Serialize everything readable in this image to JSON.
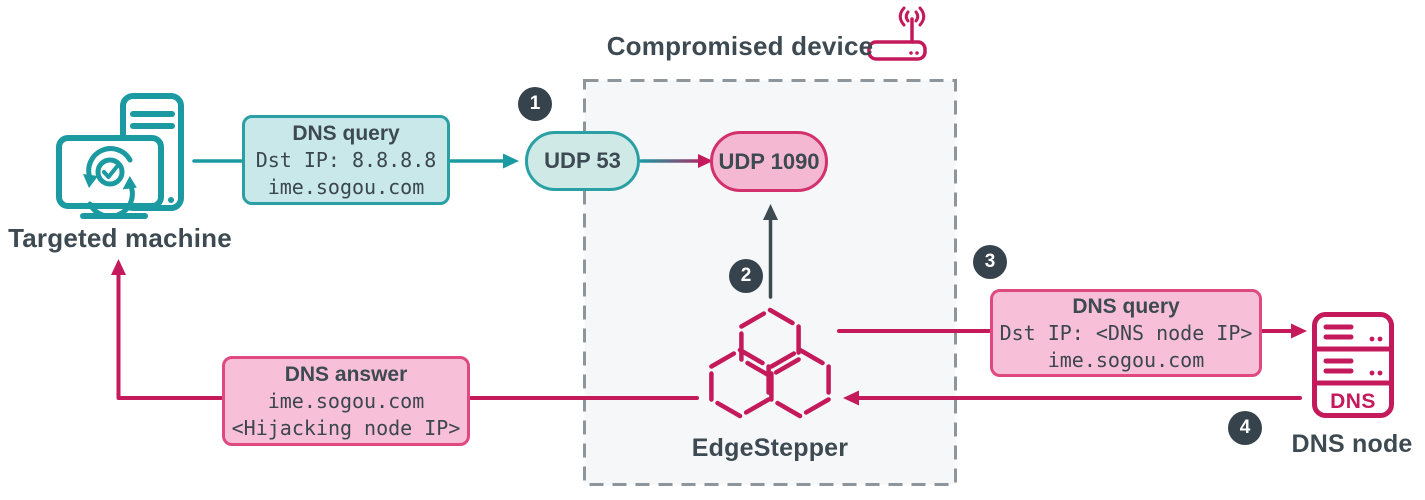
{
  "colors": {
    "teal": "#1b9aa1",
    "teal_fill": "#c9e8e9",
    "crimson": "#c41a5c",
    "pink_fill": "#f8c0d8",
    "pink_border": "#e0497f",
    "dark_text": "#3e4a52",
    "badge_bg": "#37434c",
    "dashed_border": "#8e959b"
  },
  "icons": {
    "targeted_machine": "computer-sync-icon",
    "compromised_device": "wireless-router-icon",
    "edgestepper": "triple-hexagon-icon",
    "dns_node": "server-icon"
  },
  "nodes": {
    "targeted_machine": {
      "label": "Targeted machine"
    },
    "compromised_device": {
      "label": "Compromised device"
    },
    "edgestepper": {
      "label": "EdgeStepper"
    },
    "dns_node": {
      "label": "DNS node",
      "server_text": "DNS"
    }
  },
  "ports": {
    "udp53": {
      "label": "UDP 53"
    },
    "udp1090": {
      "label": "UDP 1090"
    }
  },
  "messages": {
    "dns_query_original": {
      "title": "DNS query",
      "dst": "Dst IP: 8.8.8.8",
      "host": "ime.sogou.com"
    },
    "dns_query_redirected": {
      "title": "DNS query",
      "dst": "Dst IP: <DNS node IP>",
      "host": "ime.sogou.com"
    },
    "dns_answer": {
      "title": "DNS answer",
      "host": "ime.sogou.com",
      "result": "<Hijacking node IP>"
    }
  },
  "steps": {
    "one": "1",
    "two": "2",
    "three": "3",
    "four": "4"
  }
}
